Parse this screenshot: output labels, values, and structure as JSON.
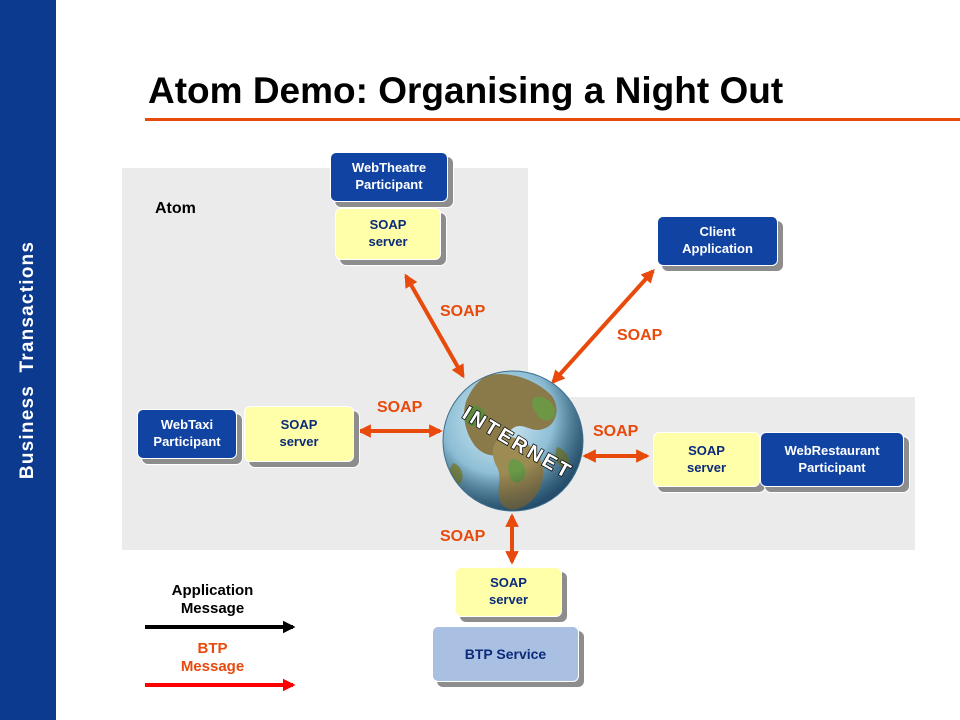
{
  "sidebar": {
    "label": "Business Transactions"
  },
  "title": "Atom Demo: Organising a Night Out",
  "atom_label": "Atom",
  "boxes": {
    "webtheatre": "WebTheatre\nParticipant",
    "soap_theatre": "SOAP\nserver",
    "client": "Client\nApplication",
    "webtaxi": "WebTaxi\nParticipant",
    "soap_taxi": "SOAP\nserver",
    "soap_restaurant": "SOAP\nserver",
    "webrestaurant": "WebRestaurant\nParticipant",
    "soap_btp": "SOAP\nserver",
    "btp_service": "BTP Service"
  },
  "soap_labels": {
    "theatre": "SOAP",
    "client": "SOAP",
    "taxi": "SOAP",
    "restaurant": "SOAP",
    "btp": "SOAP"
  },
  "globe_text": "INTERNET",
  "legend": {
    "application": "Application\nMessage",
    "btp": "BTP\nMessage"
  },
  "colors": {
    "sidebar": "#0b3a8e",
    "title_rule": "#e84a0c",
    "soap": "#e84a0c",
    "participant": "#1143a3",
    "soap_server": "#ffffaa",
    "btp_service": "#a9c0e2",
    "application_message": "#000000",
    "btp_message": "#ff0000"
  }
}
